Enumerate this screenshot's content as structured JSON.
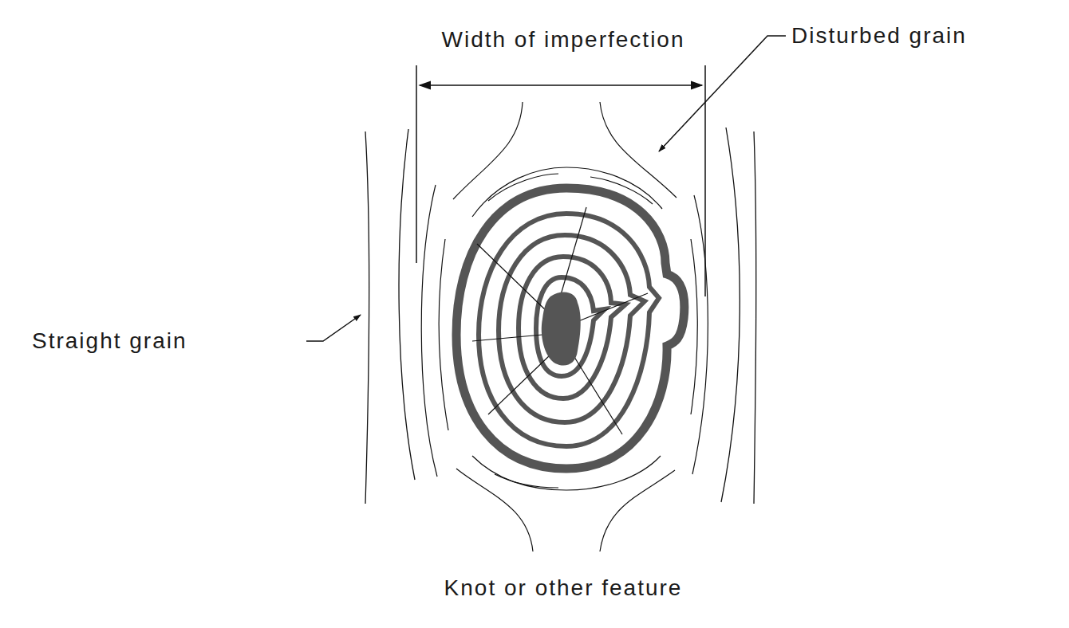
{
  "diagram": {
    "labels": [
      "Width of imperfection",
      "Disturbed grain",
      "Straight grain",
      "Knot or other feature"
    ]
  }
}
